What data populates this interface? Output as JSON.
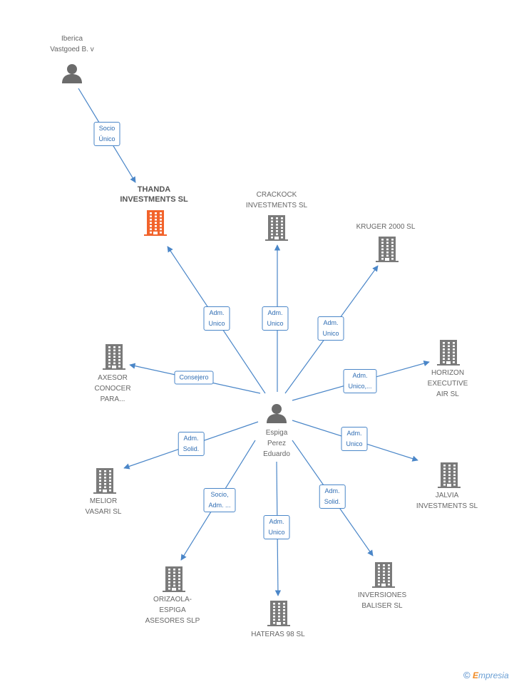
{
  "colors": {
    "edge": "#4a86c8",
    "company_icon": "#7a7a7a",
    "company_icon_highlight": "#f2632b",
    "person_icon": "#6b6b6b"
  },
  "nodes": [
    {
      "id": "iberica",
      "type": "person",
      "label": "Iberica\nVastgoed B. v"
    },
    {
      "id": "thanda",
      "type": "company",
      "highlight": true,
      "label": "THANDA\nINVESTMENTS SL"
    },
    {
      "id": "crackock",
      "type": "company",
      "label": "CRACKOCK\nINVESTMENTS SL"
    },
    {
      "id": "kruger",
      "type": "company",
      "label": "KRUGER 2000 SL"
    },
    {
      "id": "axesor",
      "type": "company",
      "label": "AXESOR\nCONOCER\nPARA..."
    },
    {
      "id": "horizon",
      "type": "company",
      "label": "HORIZON\nEXECUTIVE\nAIR  SL"
    },
    {
      "id": "espiga",
      "type": "person",
      "label": "Espiga\nPerez\nEduardo"
    },
    {
      "id": "melior",
      "type": "company",
      "label": "MELIOR\nVASARI SL"
    },
    {
      "id": "jalvia",
      "type": "company",
      "label": "JALVIA\nINVESTMENTS SL"
    },
    {
      "id": "orizaola",
      "type": "company",
      "label": "ORIZAOLA-\nESPIGA\nASESORES SLP"
    },
    {
      "id": "hateras",
      "type": "company",
      "label": "HATERAS 98 SL"
    },
    {
      "id": "inversiones",
      "type": "company",
      "label": "INVERSIONES\nBALISER SL"
    }
  ],
  "edges": [
    {
      "from": "iberica",
      "to": "thanda",
      "label": "Socio\nÚnico"
    },
    {
      "from": "espiga",
      "to": "thanda",
      "label": "Adm.\nUnico"
    },
    {
      "from": "espiga",
      "to": "crackock",
      "label": "Adm.\nUnico"
    },
    {
      "from": "espiga",
      "to": "kruger",
      "label": "Adm.\nUnico"
    },
    {
      "from": "espiga",
      "to": "axesor",
      "label": "Consejero"
    },
    {
      "from": "espiga",
      "to": "horizon",
      "label": "Adm.\nUnico,..."
    },
    {
      "from": "espiga",
      "to": "melior",
      "label": "Adm.\nSolid."
    },
    {
      "from": "espiga",
      "to": "jalvia",
      "label": "Adm.\nUnico"
    },
    {
      "from": "espiga",
      "to": "orizaola",
      "label": "Socio,\nAdm. ..."
    },
    {
      "from": "espiga",
      "to": "hateras",
      "label": "Adm.\nUnico"
    },
    {
      "from": "espiga",
      "to": "inversiones",
      "label": "Adm.\nSolid."
    }
  ],
  "footer": {
    "copyright": "©",
    "brand_initial": "E",
    "brand_rest": "mpresia"
  }
}
